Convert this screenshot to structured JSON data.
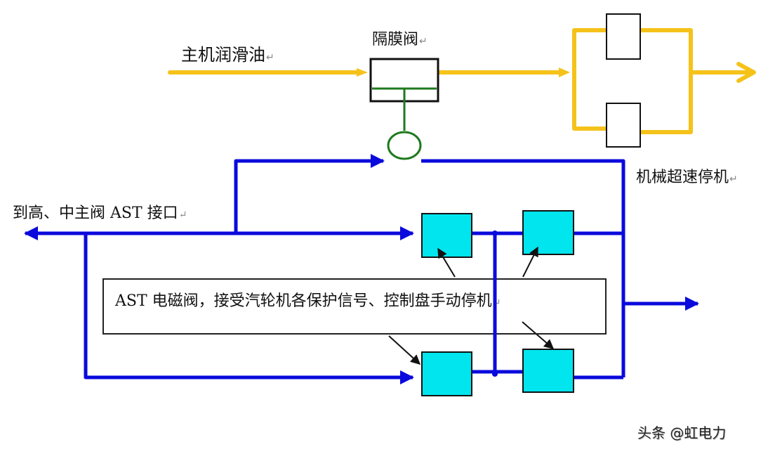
{
  "diagram": {
    "labels": {
      "main_lube_oil": "主机润滑油",
      "diaphragm_valve": "隔膜阀",
      "mechanical_overspeed_trip": "机械超速停机",
      "to_valve_ast_port": "到高、中主阀 AST 接口",
      "ast_solenoid_note": "AST 电磁阀，接受汽轮机各保护信号、控制盘手动停机",
      "paragraph_mark": "↵"
    },
    "watermark": "头条 @虹电力",
    "colors": {
      "oil_line": "#F5C21A",
      "ast_line": "#0A0ADC",
      "diaphragm_link": "#1E7A1E",
      "solenoid_fill": "#00E5EE",
      "box_stroke": "#111111"
    }
  }
}
